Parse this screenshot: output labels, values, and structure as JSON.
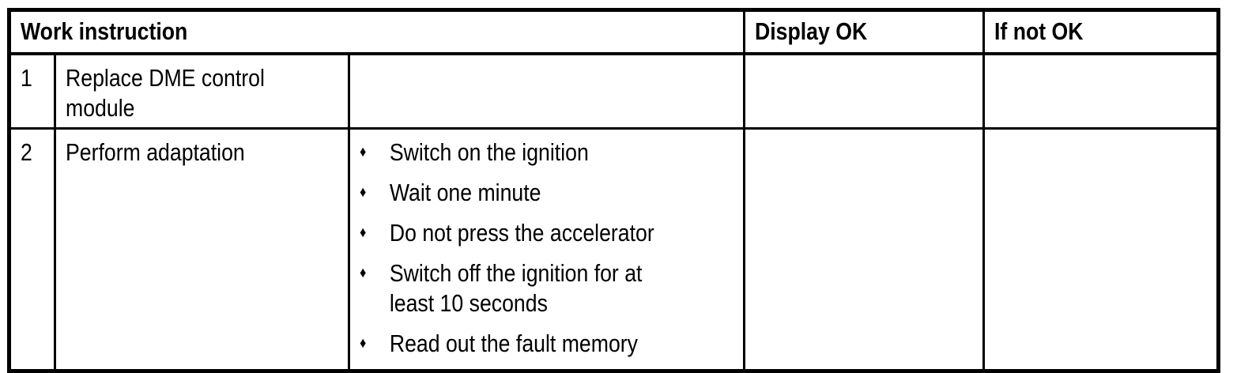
{
  "document": {
    "colors": {
      "border": "#000000",
      "text": "#000000",
      "background": "#ffffff"
    },
    "bullet_glyph": "♦",
    "table": {
      "headers": {
        "work_instruction": "Work instruction",
        "display_ok": "Display OK",
        "if_not_ok": "If not OK"
      },
      "rows": [
        {
          "num": "1",
          "task": "Replace DME control module",
          "steps": [],
          "display_ok": "",
          "if_not_ok": ""
        },
        {
          "num": "2",
          "task": "Perform adaptation",
          "steps": [
            "Switch on the ignition",
            "Wait one minute",
            "Do not press the accelerator",
            "Switch off the ignition for at least 10 seconds",
            "Read out the fault memory"
          ],
          "display_ok": "",
          "if_not_ok": ""
        }
      ]
    }
  }
}
